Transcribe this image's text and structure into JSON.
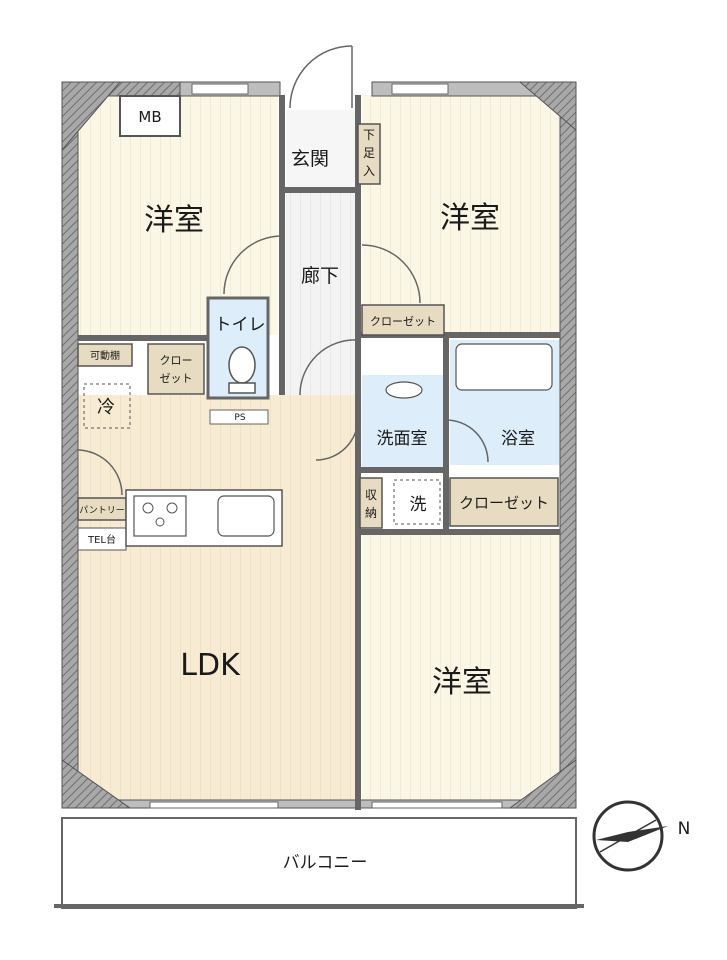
{
  "rooms": {
    "western_room_nw": "洋室",
    "western_room_ne": "洋室",
    "western_room_se": "洋室",
    "ldk": "LDK",
    "entrance": "玄関",
    "shoe_closet_1": "下",
    "shoe_closet_2": "足",
    "shoe_closet_3": "入",
    "hallway": "廊下",
    "toilet": "トイレ",
    "ps": "PS",
    "closet_mid": "クローゼット",
    "closet_small_1": "クロー",
    "closet_small_2": "ゼット",
    "movable_shelf": "可動棚",
    "fridge": "冷",
    "pantry": "パントリー",
    "tel_stand": "TEL台",
    "washroom": "洗面室",
    "bathroom": "浴室",
    "storage_1": "収",
    "storage_2": "納",
    "washer": "洗",
    "closet_right": "クローゼット",
    "mb": "MB",
    "balcony": "バルコニー"
  },
  "compass": {
    "north_label": "N"
  },
  "colors": {
    "wall": "#8c8c8c",
    "floor_room": "#fbf7e6",
    "floor_ldk": "#f7ebd3",
    "floor_hall": "#f1f1f1",
    "water_area": "#ddeefa",
    "closet": "#e7dcc2",
    "closet_dark": "#cbbd99"
  }
}
